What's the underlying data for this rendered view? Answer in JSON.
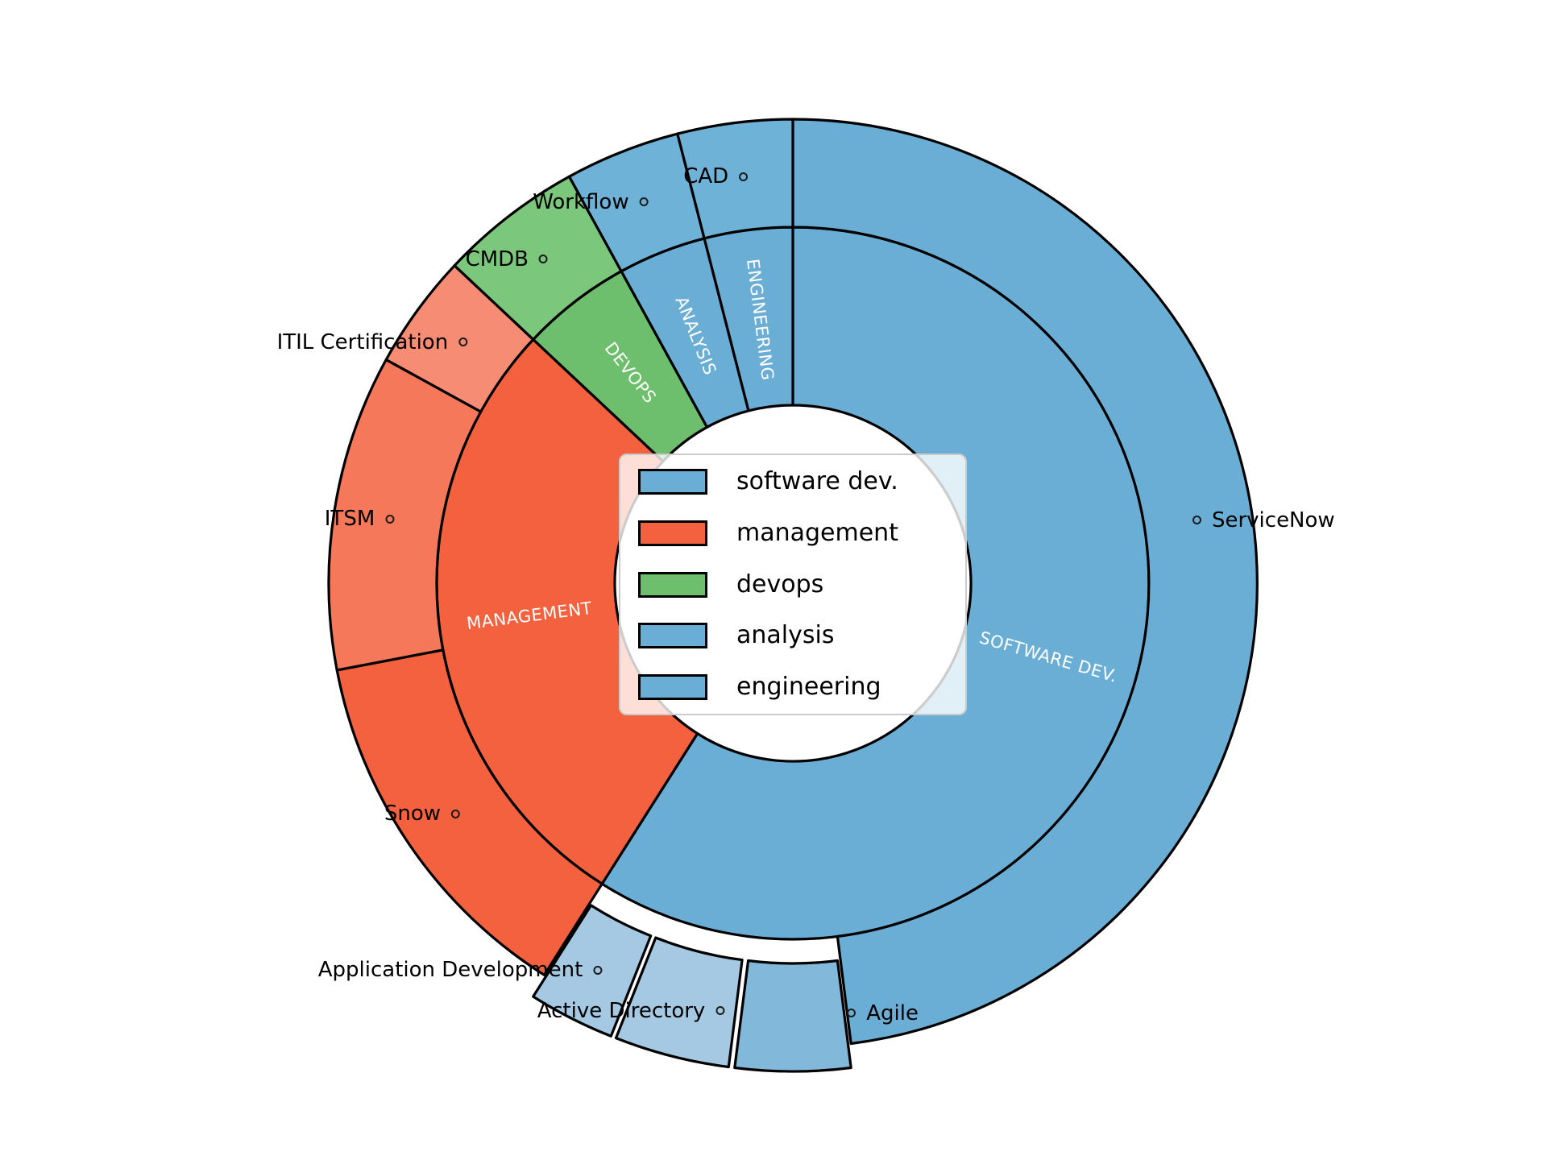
{
  "chart_data": {
    "type": "sunburst",
    "title": "",
    "background": "#ffffff",
    "values_are_percent_estimates": true,
    "rings": [
      "categories (inner)",
      "skills (outer)"
    ],
    "categories": [
      {
        "label": "software dev.",
        "ring_label": "SOFTWARE DEV.",
        "color": "#6aaed6",
        "value": 59,
        "children": [
          {
            "label": "ServiceNow",
            "value": 48,
            "color": "#6aaed6",
            "exploded": false
          },
          {
            "label": "Agile",
            "value": 4,
            "color": "#82b9da",
            "exploded": true
          },
          {
            "label": "Active Directory",
            "value": 4,
            "color": "#a5c9e2",
            "exploded": true
          },
          {
            "label": "Application Development",
            "value": 3,
            "color": "#a5c9e2",
            "exploded": true
          }
        ]
      },
      {
        "label": "management",
        "ring_label": "MANAGEMENT",
        "color": "#f4613e",
        "value": 28,
        "children": [
          {
            "label": "Snow",
            "value": 13,
            "color": "#f4613e",
            "exploded": false
          },
          {
            "label": "ITSM",
            "value": 11,
            "color": "#f5785a",
            "exploded": false
          },
          {
            "label": "ITIL Certification",
            "value": 4,
            "color": "#f68c73",
            "exploded": false
          }
        ]
      },
      {
        "label": "devops",
        "ring_label": "DEVOPS",
        "color": "#6dbf6d",
        "value": 5,
        "children": [
          {
            "label": "CMDB",
            "value": 5,
            "color": "#7bc77b",
            "exploded": false
          }
        ]
      },
      {
        "label": "analysis",
        "ring_label": "ANALYSIS",
        "color": "#6aaed6",
        "value": 4,
        "children": [
          {
            "label": "Workflow",
            "value": 4,
            "color": "#6fb2d8",
            "exploded": false
          }
        ]
      },
      {
        "label": "engineering",
        "ring_label": "ENGINEERING",
        "color": "#6aaed6",
        "value": 4,
        "children": [
          {
            "label": "CAD",
            "value": 4,
            "color": "#6fb2d8",
            "exploded": false
          }
        ]
      }
    ],
    "legend": {
      "position": "center",
      "entries": [
        {
          "label": "software dev.",
          "color": "#6aaed6"
        },
        {
          "label": "management",
          "color": "#f4613e"
        },
        {
          "label": "devops",
          "color": "#6dbf6d"
        },
        {
          "label": "analysis",
          "color": "#6aaed6"
        },
        {
          "label": "engineering",
          "color": "#6aaed6"
        }
      ]
    },
    "style": {
      "wedge_edge_color": "#000000",
      "inner_label_color": "#ffffff",
      "outer_label_color": "#000000"
    }
  }
}
